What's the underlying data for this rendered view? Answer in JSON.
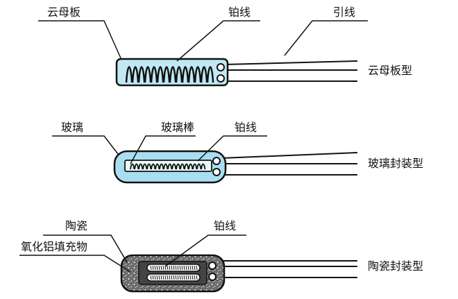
{
  "colors": {
    "mica_fill": "#bfe9f4",
    "glass_fill": "#a9def0",
    "glass_rod": "#eaf8fc",
    "ceramic_fill": "#5a5a5a",
    "stroke": "#111111"
  },
  "mica": {
    "label_mica": "云母板",
    "label_pt": "铂线",
    "label_lead": "引线",
    "type_label": "云母板型"
  },
  "glass": {
    "label_glass": "玻璃",
    "label_rod": "玻璃棒",
    "label_pt": "铂线",
    "type_label": "玻璃封装型"
  },
  "ceramic": {
    "label_ceramic": "陶瓷",
    "label_filler": "氧化铝填充物",
    "label_pt": "铂线",
    "type_label": "陶瓷封装型"
  }
}
